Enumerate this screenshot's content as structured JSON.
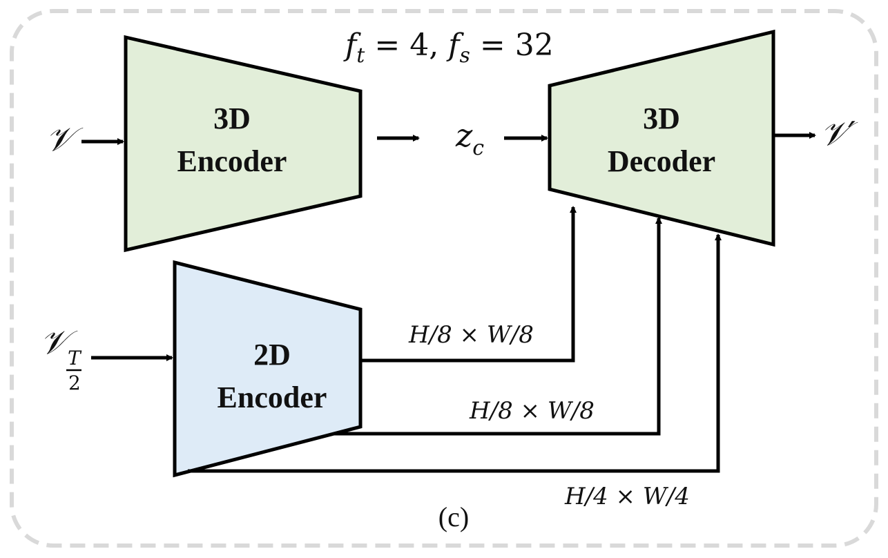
{
  "diagram": {
    "header_formula": "f_t = 4, f_s = 32",
    "header_formula_parts": {
      "ft": "f",
      "ft_sub": "t",
      "eq1": " = 4, ",
      "fs": "f",
      "fs_sub": "s",
      "eq2": " = 32"
    },
    "blocks": {
      "encoder3d": {
        "line1": "3D",
        "line2": "Encoder",
        "fill": "#e2eed9"
      },
      "decoder3d": {
        "line1": "3D",
        "line2": "Decoder",
        "fill": "#e2eed9"
      },
      "encoder2d": {
        "line1": "2D",
        "line2": "Encoder",
        "fill": "#deebf7"
      }
    },
    "inputs": {
      "video": "𝒱",
      "latent": "z",
      "latent_sub": "c",
      "output": "𝒱′",
      "middle_frame": "𝒱",
      "middle_frame_sub_num": "T",
      "middle_frame_sub_den": "2"
    },
    "skip_labels": [
      "H/8 × W/8",
      "H/8 × W/8",
      "H/4 × W/4"
    ],
    "caption": "(c)",
    "border_color": "#d9d9d9"
  }
}
